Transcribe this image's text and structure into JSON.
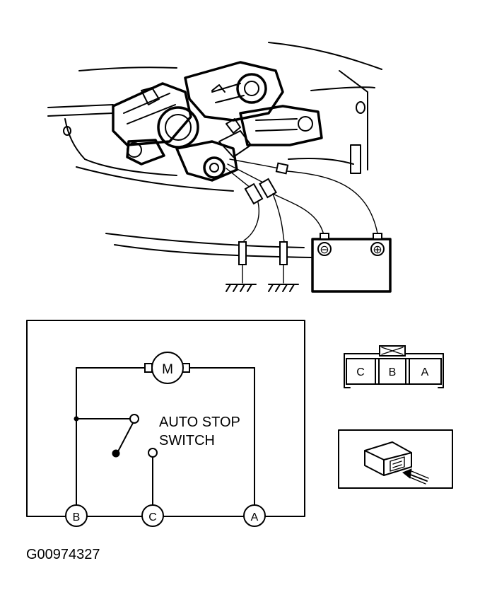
{
  "figure_id": "G00974327",
  "schematic": {
    "motor_label": "M",
    "switch_label_line1": "AUTO STOP",
    "switch_label_line2": "SWITCH",
    "terminals": {
      "b": "B",
      "c": "C",
      "a": "A"
    }
  },
  "connector_face": {
    "pins": [
      "C",
      "B",
      "A"
    ]
  },
  "battery": {
    "neg": "⊖",
    "pos": "⊕"
  },
  "icons": [
    "motor-assembly",
    "battery-icon",
    "ground-symbol",
    "connector-icon",
    "arrow-icon"
  ]
}
